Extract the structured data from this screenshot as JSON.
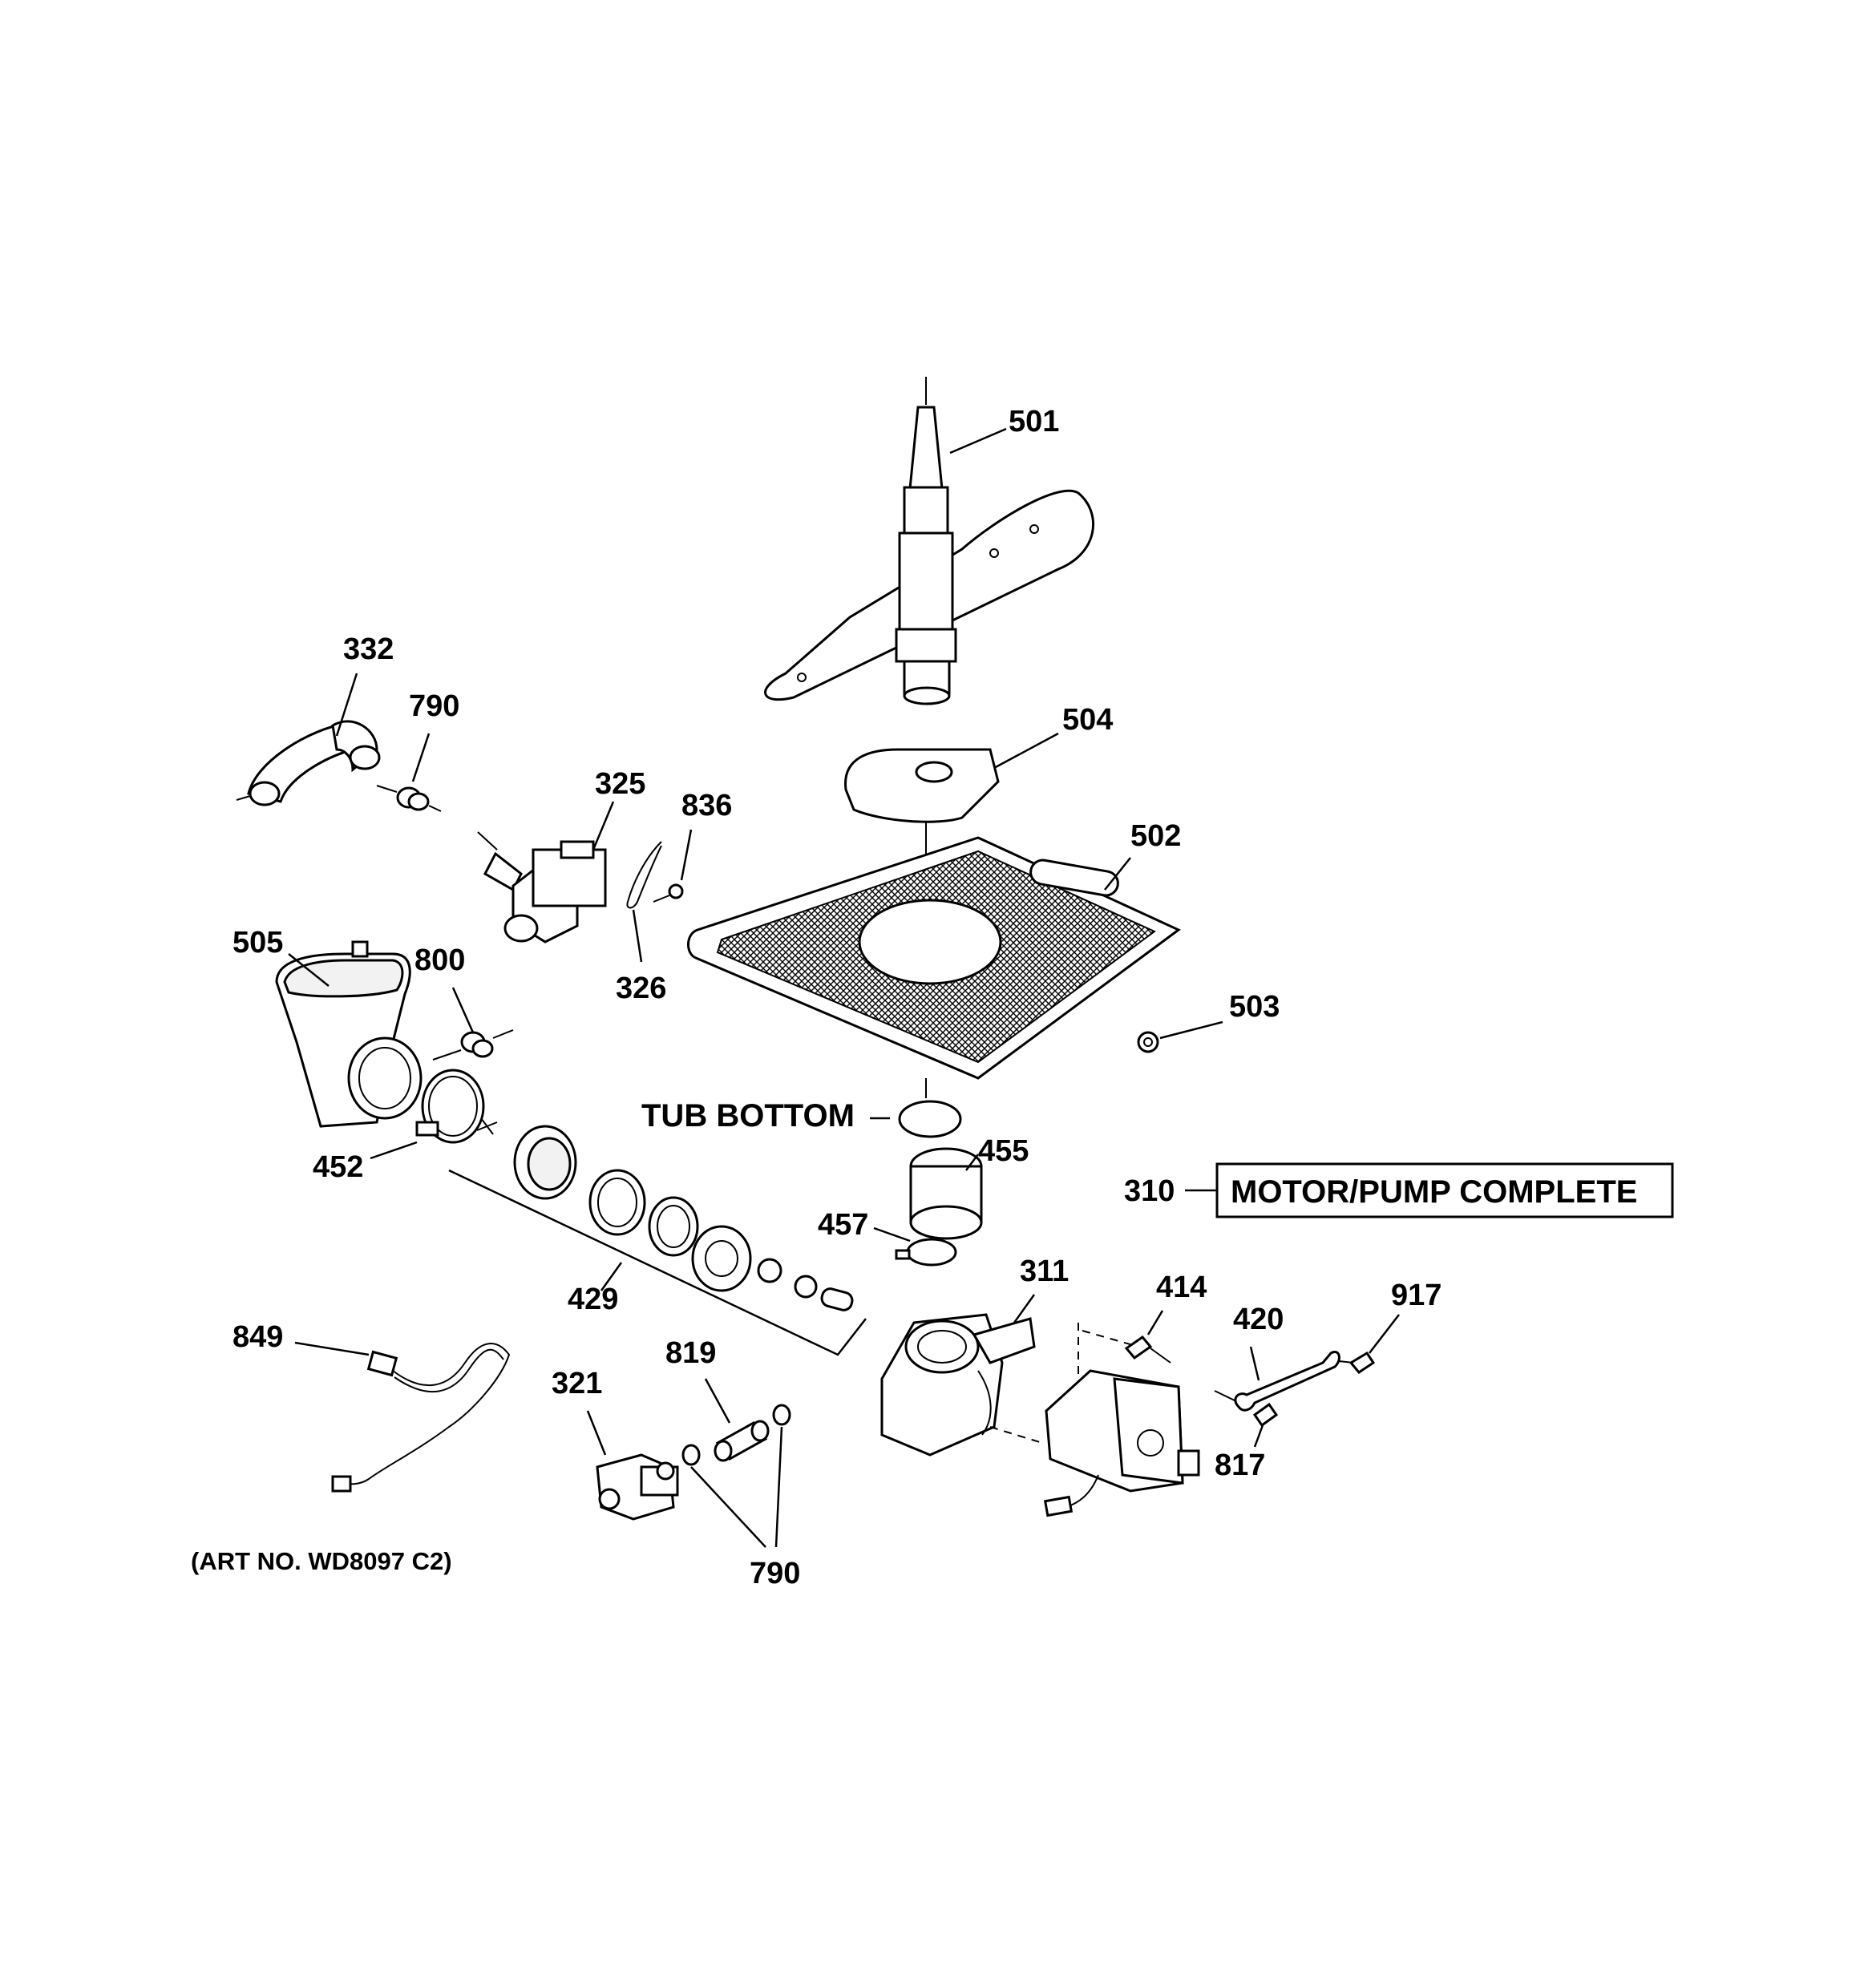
{
  "diagram": {
    "callouts": {
      "c501": "501",
      "c504": "504",
      "c502": "502",
      "c503": "503",
      "c332": "332",
      "c790a": "790",
      "c325": "325",
      "c836": "836",
      "c326": "326",
      "c505": "505",
      "c800": "800",
      "c452": "452",
      "c455": "455",
      "c457": "457",
      "c429": "429",
      "c310": "310",
      "c311": "311",
      "c414": "414",
      "c420": "420",
      "c917": "917",
      "c817": "817",
      "c849": "849",
      "c321": "321",
      "c819": "819",
      "c790b": "790"
    },
    "tub_bottom_label": "TUB BOTTOM",
    "motor_pump_label": "MOTOR/PUMP COMPLETE",
    "art_number": "(ART NO. WD8097 C2)"
  }
}
